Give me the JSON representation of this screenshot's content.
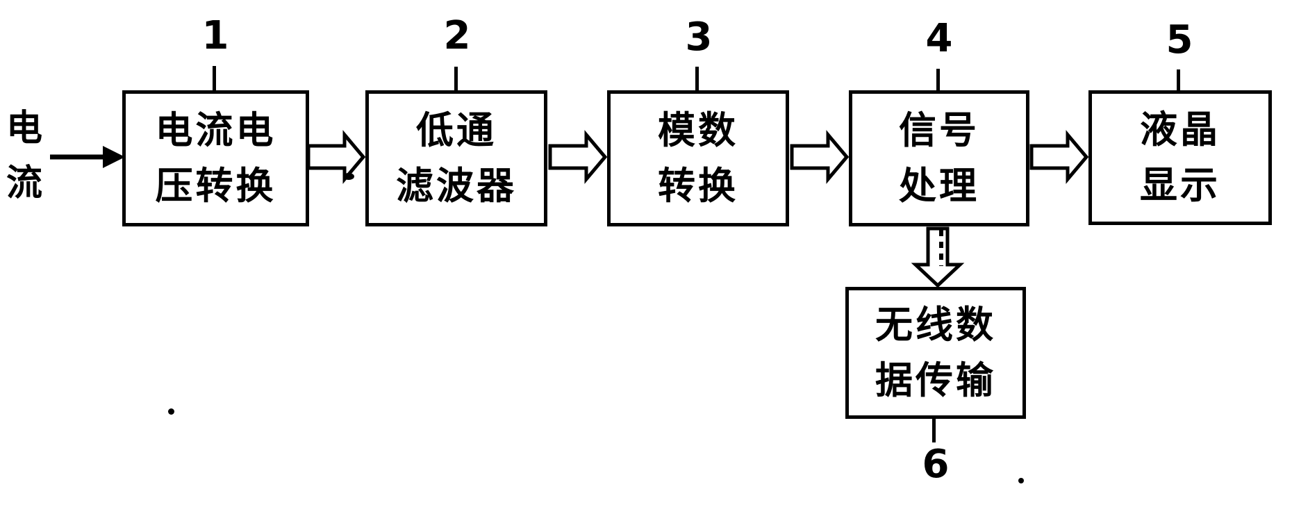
{
  "figure": {
    "type": "block-diagram",
    "background": "#ffffff",
    "ink_color": "#000000",
    "input_label": "电流",
    "input_label_lines": [
      "电",
      "流"
    ],
    "blocks": [
      {
        "number": "1",
        "label": "电流电压转换",
        "lines": [
          "电流电",
          "压转换"
        ]
      },
      {
        "number": "2",
        "label": "低通滤波器",
        "lines": [
          "低通",
          "滤波器"
        ]
      },
      {
        "number": "3",
        "label": "模数转换",
        "lines": [
          "模数",
          "转换"
        ]
      },
      {
        "number": "4",
        "label": "信号处理",
        "lines": [
          "信号",
          "处理"
        ]
      },
      {
        "number": "5",
        "label": "液晶显示",
        "lines": [
          "液晶",
          "显示"
        ]
      },
      {
        "number": "6",
        "label": "无线数据传输",
        "lines": [
          "无线数",
          "据传输"
        ]
      }
    ],
    "connections": [
      {
        "from": "电流",
        "to": "1",
        "style": "solid-arrow"
      },
      {
        "from": "1",
        "to": "2",
        "style": "hollow-arrow"
      },
      {
        "from": "2",
        "to": "3",
        "style": "hollow-arrow"
      },
      {
        "from": "3",
        "to": "4",
        "style": "hollow-arrow"
      },
      {
        "from": "4",
        "to": "5",
        "style": "hollow-arrow"
      },
      {
        "from": "4",
        "to": "6",
        "style": "hollow-arrow-down-dashed"
      }
    ]
  }
}
